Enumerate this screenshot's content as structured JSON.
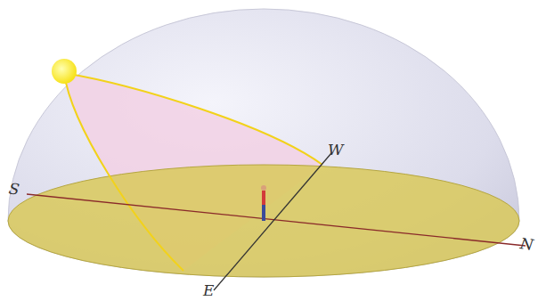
{
  "diagram": {
    "labels": [
      "S",
      "W",
      "N",
      "E"
    ]
  }
}
